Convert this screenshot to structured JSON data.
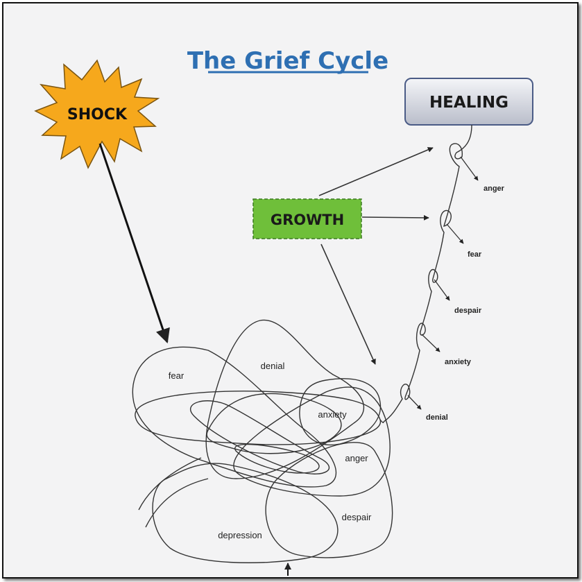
{
  "title": "The Grief Cycle",
  "nodes": {
    "shock": "SHOCK",
    "healing": "HEALING",
    "growth": "GROWTH"
  },
  "tangle_labels": {
    "fear": "fear",
    "denial": "denial",
    "anxiety": "anxiety",
    "anger": "anger",
    "despair": "despair",
    "depression": "depression"
  },
  "path_labels": {
    "anger": "anger",
    "fear": "fear",
    "despair": "despair",
    "anxiety": "anxiety",
    "denial": "denial"
  },
  "colors": {
    "title": "#2e6fb2",
    "shock_fill": "#f6a81c",
    "growth_fill": "#6fbf3a",
    "healing_fill": "#d8dbe4"
  }
}
